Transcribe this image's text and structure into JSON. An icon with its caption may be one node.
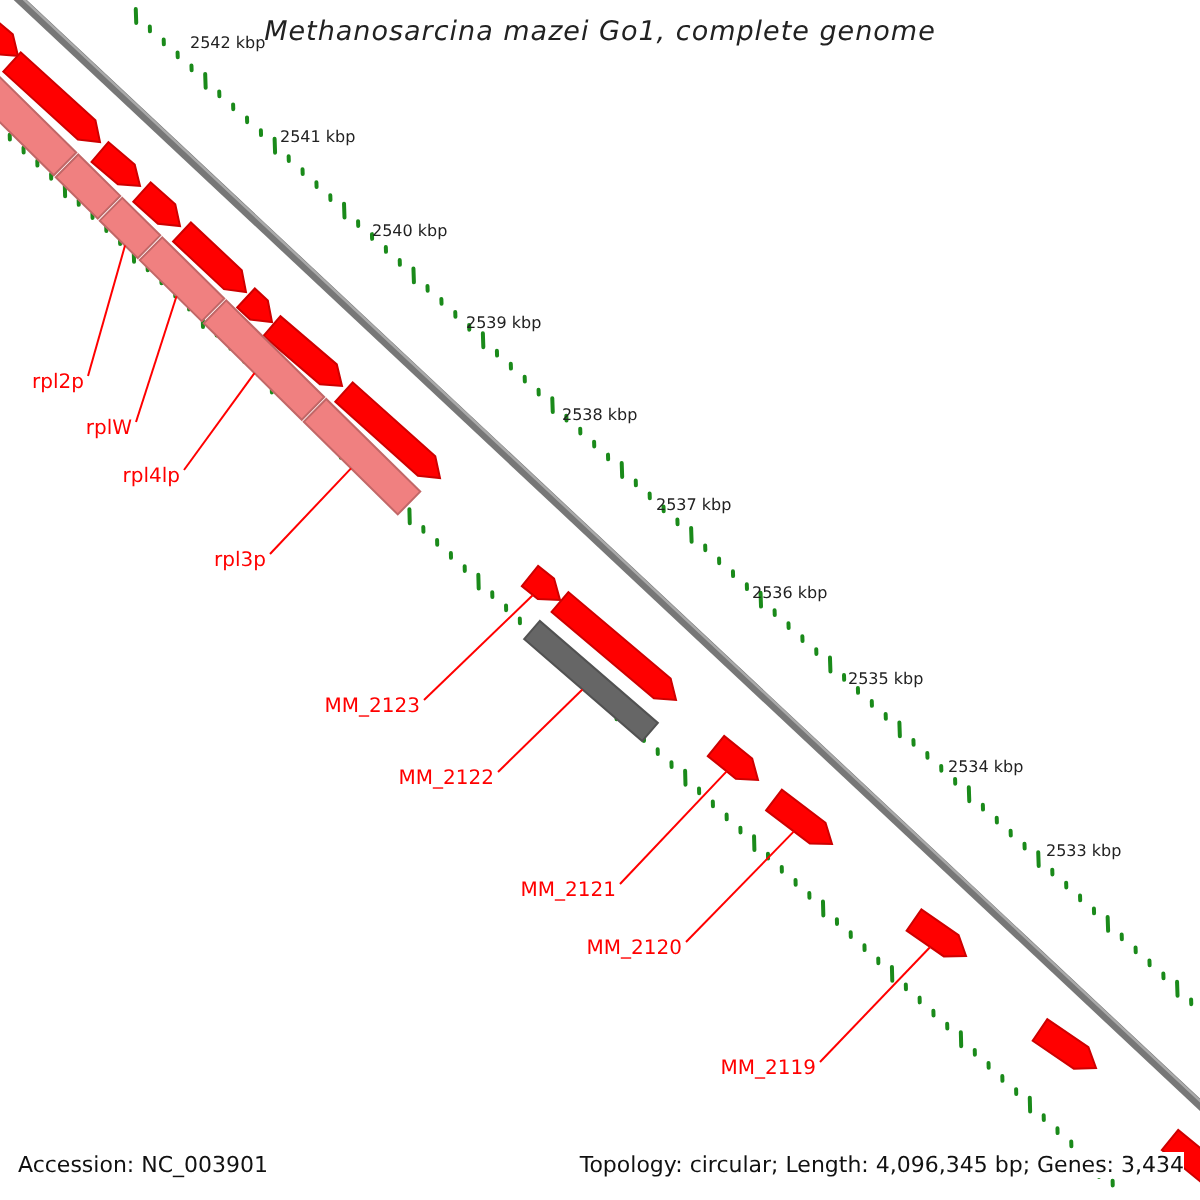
{
  "diagram": {
    "title": "Methanosarcina mazei Go1, complete genome",
    "nodes": [
      {
        "text": [
          "rpl2p"
        ]
      },
      {
        "text": [
          "rplW"
        ]
      },
      {
        "text": [
          "rpl4lp"
        ]
      },
      {
        "text": [
          "rpl3p"
        ]
      },
      {
        "text": [
          "MM_2123"
        ]
      },
      {
        "text": [
          "MM_2122"
        ]
      },
      {
        "text": [
          "MM_2121"
        ]
      },
      {
        "text": [
          "MM_2120"
        ]
      },
      {
        "text": [
          "MM_2119"
        ]
      },
      {
        "text": [],
        "shape": "pentagon"
      },
      {
        "text": [],
        "shape": "pentagon"
      },
      {
        "text": [],
        "shape": "pentagon"
      },
      {
        "text": [],
        "shape": "pentagon"
      },
      {
        "text": [],
        "shape": "pentagon"
      },
      {
        "text": [],
        "shape": "pentagon"
      },
      {
        "text": [],
        "shape": "pentagon"
      },
      {
        "text": [],
        "shape": "pentagon"
      },
      {
        "text": [],
        "shape": "pentagon"
      },
      {
        "text": [],
        "shape": "pentagon"
      },
      {
        "text": [],
        "shape": "pentagon"
      },
      {
        "text": [],
        "shape": "pentagon"
      },
      {
        "text": [],
        "shape": "pentagon"
      },
      {
        "text": [],
        "shape": "pentagon"
      },
      {
        "text": [],
        "shape": "pentagon"
      },
      {
        "text": [],
        "shape": "bar"
      },
      {
        "text": [],
        "shape": "bar"
      },
      {
        "text": [],
        "shape": "bar"
      },
      {
        "text": [],
        "shape": "bar"
      },
      {
        "text": [],
        "shape": "bar"
      },
      {
        "text": [],
        "shape": "bar"
      },
      {
        "text": [],
        "shape": "bar"
      }
    ],
    "edges": [
      {
        "from": 0,
        "to": 26,
        "arrow": "none"
      },
      {
        "from": 1,
        "to": 27,
        "arrow": "none"
      },
      {
        "from": 2,
        "to": 28,
        "arrow": "none"
      },
      {
        "from": 3,
        "to": 29,
        "arrow": "none"
      },
      {
        "from": 4,
        "to": 17,
        "arrow": "none"
      },
      {
        "from": 5,
        "to": 30,
        "arrow": "none"
      },
      {
        "from": 6,
        "to": 19,
        "arrow": "none"
      },
      {
        "from": 7,
        "to": 20,
        "arrow": "none"
      },
      {
        "from": 8,
        "to": 21,
        "arrow": "none"
      }
    ],
    "labels": [
      "2542 kbp",
      "2541 kbp",
      "2540 kbp",
      "2539 kbp",
      "2538 kbp",
      "2537 kbp",
      "2536 kbp",
      "2535 kbp",
      "2534 kbp",
      "2533 kbp",
      "Accession: NC_003901",
      "Topology: circular; Length: 4,096,345 bp; Genes: 3,434"
    ]
  }
}
